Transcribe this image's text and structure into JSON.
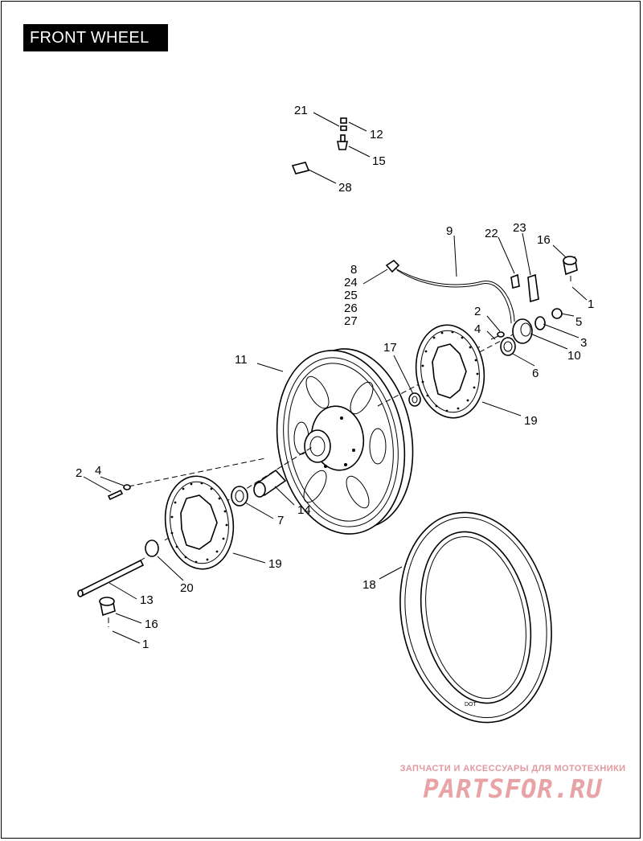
{
  "title": "FRONT WHEEL",
  "watermark": {
    "subtitle": "ЗАПЧАСТИ И АКСЕССУАРЫ ДЛЯ МОТОТЕХНИКИ",
    "logo": "PARTSFOR.RU",
    "color": "#e8a3a7"
  },
  "callouts": {
    "c21": "21",
    "c12": "12",
    "c15": "15",
    "c28": "28",
    "c9": "9",
    "c22": "22",
    "c23": "23",
    "c16a": "16",
    "c1a": "1",
    "c8": "8",
    "c24": "24",
    "c25": "25",
    "c26": "26",
    "c27": "27",
    "c2a": "2",
    "c4a": "4",
    "c5": "5",
    "c3": "3",
    "c10": "10",
    "c6": "6",
    "c11": "11",
    "c17": "17",
    "c19a": "19",
    "c2b": "2",
    "c4b": "4",
    "c7": "7",
    "c14": "14",
    "c19b": "19",
    "c20": "20",
    "c13": "13",
    "c16b": "16",
    "c1b": "1",
    "c18": "18"
  },
  "parts": [
    {
      "id": "wheel",
      "number": "11",
      "icon": "cast-wheel-icon"
    },
    {
      "id": "tire",
      "number": "18",
      "icon": "tire-icon"
    },
    {
      "id": "rotor-right",
      "number": "19",
      "icon": "brake-rotor-icon"
    },
    {
      "id": "rotor-left",
      "number": "19",
      "icon": "brake-rotor-icon"
    },
    {
      "id": "axle",
      "number": "13",
      "icon": "axle-icon"
    },
    {
      "id": "speed-sensor",
      "number": "9",
      "icon": "sensor-cable-icon"
    }
  ]
}
